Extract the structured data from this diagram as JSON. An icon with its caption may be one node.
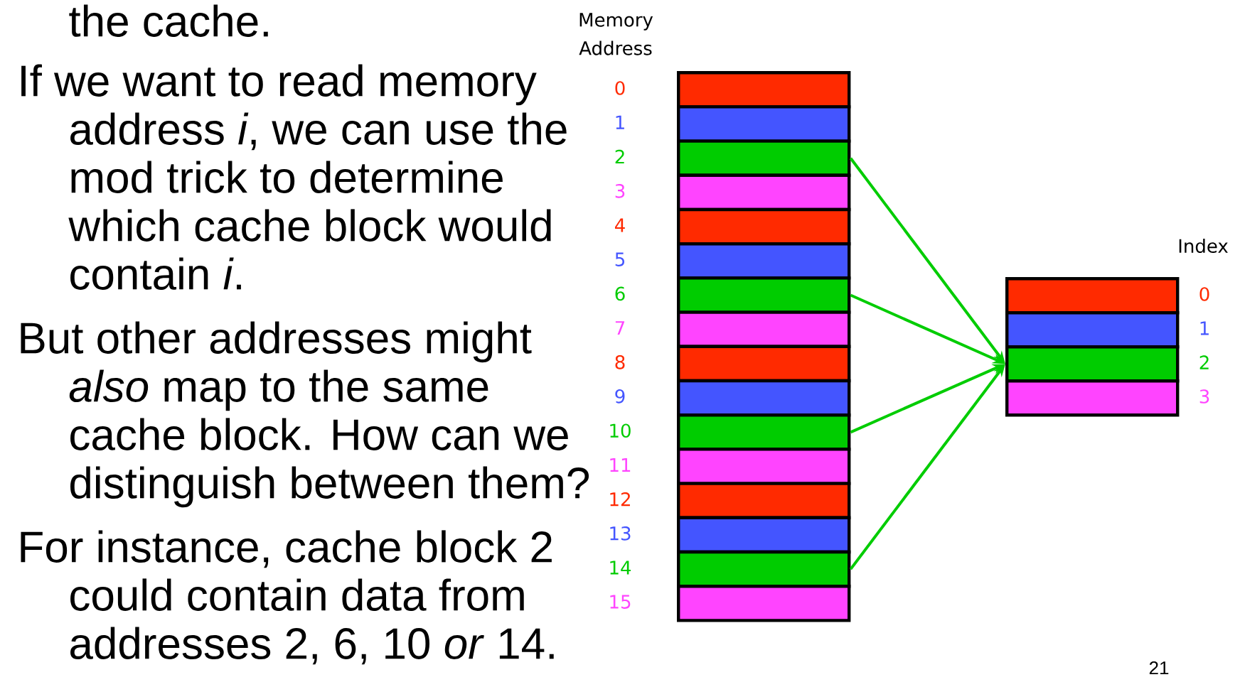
{
  "diagram": {
    "nodes": [
      {
        "text": [],
        "shape": "box",
        "beside": [
          "0"
        ]
      },
      {
        "text": [],
        "shape": "box",
        "beside": [
          "1"
        ]
      },
      {
        "text": [],
        "shape": "box",
        "beside": [
          "2"
        ]
      },
      {
        "text": [],
        "shape": "box",
        "beside": [
          "3"
        ]
      },
      {
        "text": [],
        "shape": "box",
        "beside": [
          "4"
        ]
      },
      {
        "text": [],
        "shape": "box",
        "beside": [
          "5"
        ]
      },
      {
        "text": [],
        "shape": "box",
        "beside": [
          "6"
        ]
      },
      {
        "text": [],
        "shape": "box",
        "beside": [
          "7"
        ]
      },
      {
        "text": [],
        "shape": "box",
        "beside": [
          "8"
        ]
      },
      {
        "text": [],
        "shape": "box",
        "beside": [
          "9"
        ]
      },
      {
        "text": [],
        "shape": "box",
        "beside": [
          "10"
        ]
      },
      {
        "text": [],
        "shape": "box",
        "beside": [
          "11"
        ]
      },
      {
        "text": [],
        "shape": "box",
        "beside": [
          "12"
        ]
      },
      {
        "text": [],
        "shape": "box",
        "beside": [
          "13"
        ]
      },
      {
        "text": [],
        "shape": "box",
        "beside": [
          "14"
        ]
      },
      {
        "text": [],
        "shape": "box",
        "beside": [
          "15"
        ]
      },
      {
        "text": [],
        "shape": "box",
        "beside": [
          "0"
        ]
      },
      {
        "text": [],
        "shape": "box",
        "beside": [
          "1"
        ]
      },
      {
        "text": [],
        "shape": "box",
        "beside": [
          "2"
        ]
      },
      {
        "text": [],
        "shape": "box",
        "beside": [
          "3"
        ]
      }
    ],
    "edges": [
      {
        "from": 2,
        "to": 18,
        "arrow": "to"
      },
      {
        "from": 6,
        "to": 18,
        "arrow": "to"
      },
      {
        "from": 10,
        "to": 18,
        "arrow": "to"
      },
      {
        "from": 14,
        "to": 18,
        "arrow": "to"
      }
    ],
    "labels": [
      "the cache.",
      "If we want to read memory address *i*, we can use the mod trick to determine which cache block would contain *i*.",
      "But other addresses might *also* map to the same cache block. How can we distinguish between them?",
      "For instance, cache block 2 could contain data from addresses 2, 6, 10 *or* 14.",
      "Memory Address",
      "Index",
      "21"
    ]
  }
}
